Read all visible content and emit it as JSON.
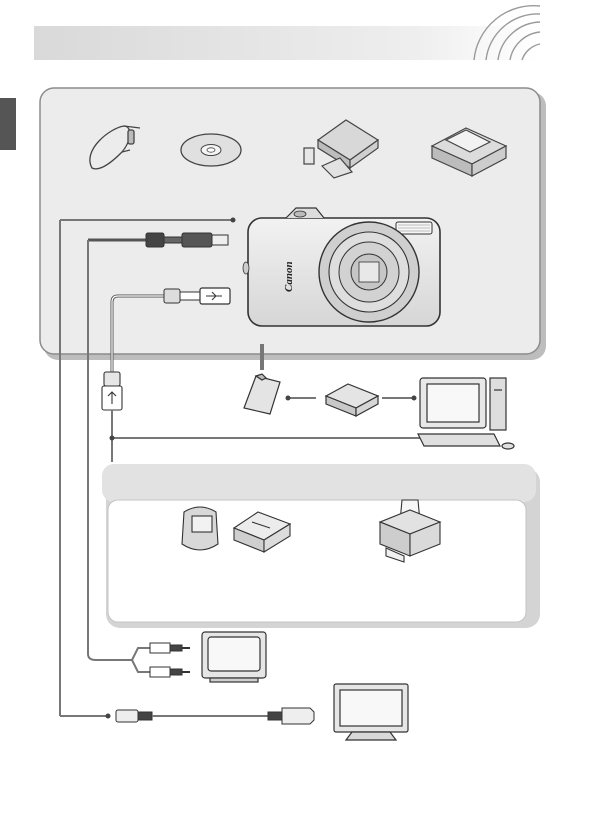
{
  "header": {
    "title": "",
    "decoration": "concentric-arcs"
  },
  "page_tab": {
    "color": "#555555"
  },
  "camera": {
    "brand": "Canon"
  },
  "accessories": {
    "items": [
      {
        "name": "wrist-strap"
      },
      {
        "name": "cd-rom"
      },
      {
        "name": "battery-pack"
      },
      {
        "name": "battery-charger"
      }
    ]
  },
  "colors": {
    "panel_fill": "#ececec",
    "panel_border": "#8c8c8c",
    "line": "#777777",
    "device_stroke": "#333333"
  }
}
